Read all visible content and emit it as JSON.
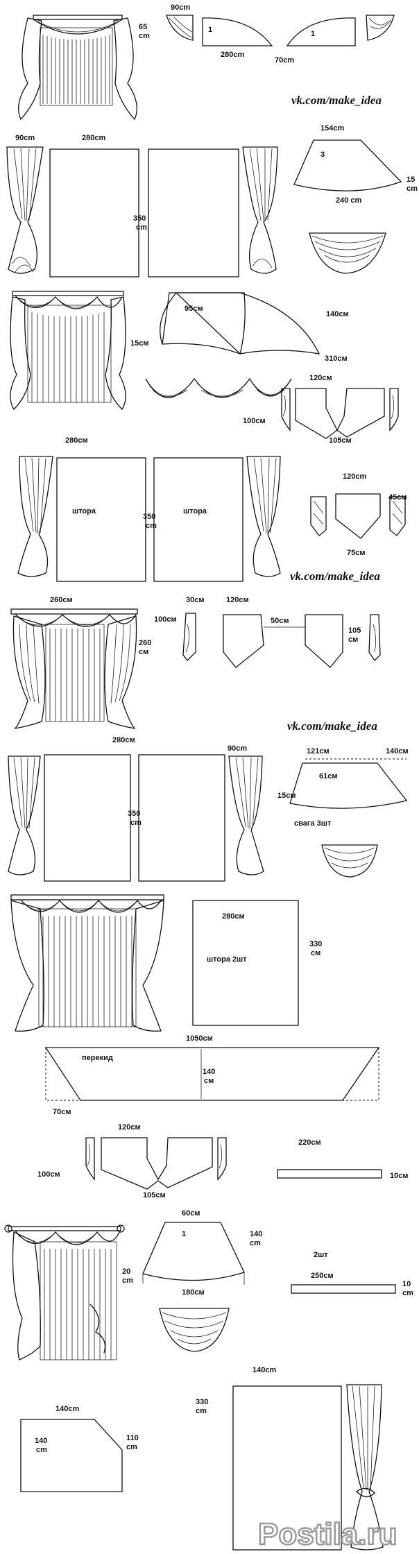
{
  "watermarks": [
    "vk.com/make_idea",
    "vk.com/make_idea",
    "vk.com/make_idea"
  ],
  "brand": "Postila.ru",
  "labels": {
    "s1_65": "65",
    "s1_cm": "cm",
    "s1_90": "90cm",
    "s1_1a": "1",
    "s1_1b": "1",
    "s1_280": "280cm",
    "s1_70": "70cm",
    "s2_90": "90cm",
    "s2_280": "280cm",
    "s2_350": "350",
    "s2_350cm": "cm",
    "s2_154": "154cm",
    "s2_3": "3",
    "s2_15": "15",
    "s2_15cm": "cm",
    "s2_240": "240 cm",
    "s3_95": "95см",
    "s3_140": "140см",
    "s3_15": "15см",
    "s3_310": "310см",
    "s3_120": "120см",
    "s3_100": "100см",
    "s3_105": "105см",
    "s4_280": "280см",
    "s4_120": "120cm",
    "s4_45": "45см",
    "s4_shtora1": "штора",
    "s4_shtora2": "штора",
    "s4_350": "350",
    "s4_350cm": "cm",
    "s4_75": "75см",
    "s5_260": "260см",
    "s5_30": "30см",
    "s5_120": "120см",
    "s5_100": "100см",
    "s5_50": "50см",
    "s5_105": "105",
    "s5_105cm": "см",
    "s5_260b": "260",
    "s5_260bcm": "см",
    "s6_280": "280см",
    "s6_90": "90cm",
    "s6_121": "121см",
    "s6_140": "140см",
    "s6_61": "61см",
    "s6_350": "350",
    "s6_350cm": "cm",
    "s6_15": "15см",
    "s6_svaga": "свага 3шт",
    "s7_280": "280см",
    "s7_shtora": "штора 2шт",
    "s7_330": "330",
    "s7_330cm": "см",
    "s8_1050": "1050см",
    "s8_perekid": "перекид",
    "s8_140": "140",
    "s8_140cm": "см",
    "s8_70": "70см",
    "s9_120": "120см",
    "s9_220": "220см",
    "s9_100": "100см",
    "s9_105": "105см",
    "s9_10": "10см",
    "s10_60": "60см",
    "s10_1": "1",
    "s10_140": "140",
    "s10_140cm": "cm",
    "s10_20": "20",
    "s10_20cm": "cm",
    "s10_180": "180см",
    "s10_2sht": "2шт",
    "s10_250": "250см",
    "s10_10": "10",
    "s10_10cm": "cm",
    "s11_140": "140cm",
    "s11_140top": "140cm",
    "s11_330": "330",
    "s11_330cm": "cm",
    "s11_140in": "140",
    "s11_140incm": "cm",
    "s11_110": "110",
    "s11_110cm": "cm"
  }
}
